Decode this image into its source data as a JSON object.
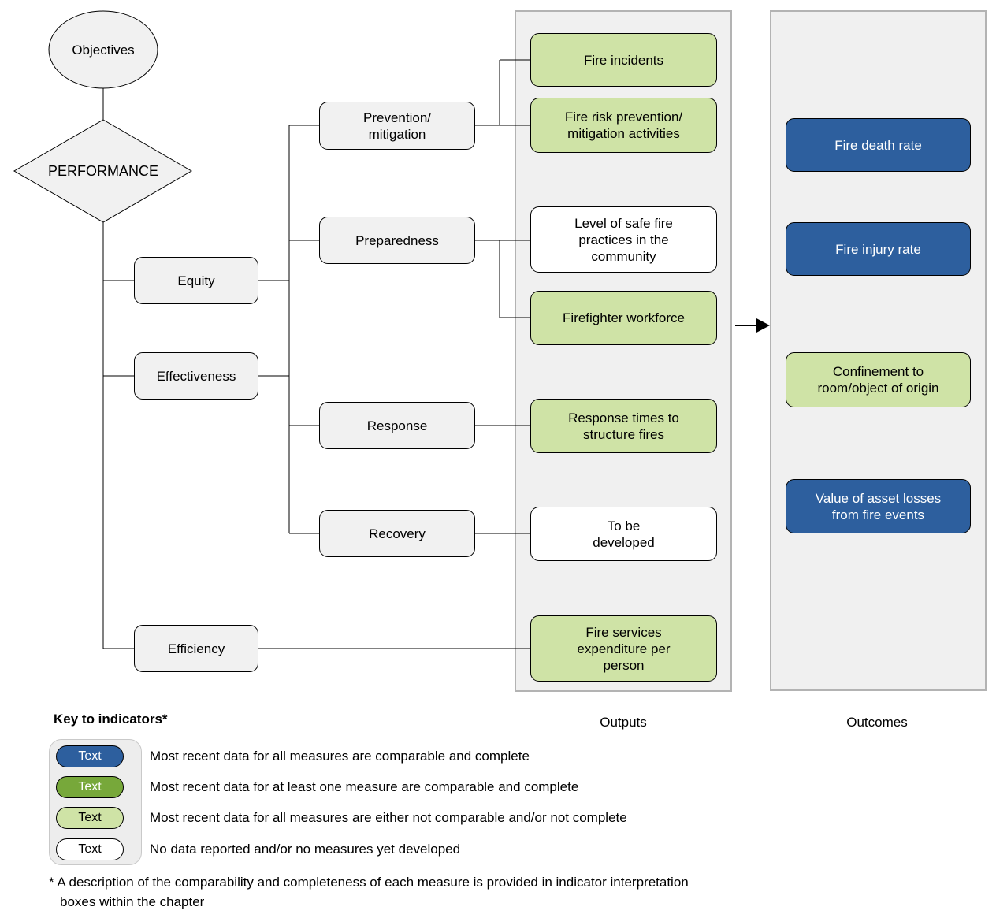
{
  "colors": {
    "blue": "#2d5f9e",
    "greenLight": "#cfe3a6",
    "greenDark": "#77a83a",
    "boxGray": "#f1f1f1",
    "panelGray": "#f0f0f0",
    "lineColor": "#000000"
  },
  "nodes": {
    "objectives": "Objectives",
    "performance": "PERFORMANCE",
    "equity": "Equity",
    "effectiveness": "Effectiveness",
    "efficiency": "Efficiency",
    "prevention": "Prevention/\nmitigation",
    "preparedness": "Preparedness",
    "response": "Response",
    "recovery": "Recovery"
  },
  "outputs": {
    "heading": "Outputs",
    "boxes": [
      {
        "label": "Fire incidents",
        "status": "green-light"
      },
      {
        "label": "Fire risk prevention/\nmitigation activities",
        "status": "green-light"
      },
      {
        "label": "Level of safe fire\npractices in the\ncommunity",
        "status": "white"
      },
      {
        "label": "Firefighter workforce",
        "status": "green-light"
      },
      {
        "label": "Response times to\nstructure fires",
        "status": "green-light"
      },
      {
        "label": "To be\ndeveloped",
        "status": "white"
      },
      {
        "label": "Fire services\nexpenditure per\nperson",
        "status": "green-light"
      }
    ]
  },
  "outcomes": {
    "heading": "Outcomes",
    "boxes": [
      {
        "label": "Fire death rate",
        "status": "blue"
      },
      {
        "label": "Fire injury rate",
        "status": "blue"
      },
      {
        "label": "Confinement to\nroom/object of origin",
        "status": "green-light"
      },
      {
        "label": "Value of asset losses\nfrom fire events",
        "status": "blue"
      }
    ]
  },
  "key": {
    "heading": "Key to indicators*",
    "items": [
      {
        "swatch_label": "Text",
        "status": "blue",
        "description": "Most recent data for all measures are comparable and complete"
      },
      {
        "swatch_label": "Text",
        "status": "green-dark",
        "description": "Most recent data for at least one measure are comparable and complete"
      },
      {
        "swatch_label": "Text",
        "status": "green-light",
        "description": "Most recent data for all measures are either not comparable and/or not complete"
      },
      {
        "swatch_label": "Text",
        "status": "white",
        "description": "No data reported and/or no measures yet developed"
      }
    ]
  },
  "footnote": {
    "line1": "* A description of the comparability and completeness of each measure is provided in indicator interpretation",
    "line2": "boxes within the chapter"
  }
}
